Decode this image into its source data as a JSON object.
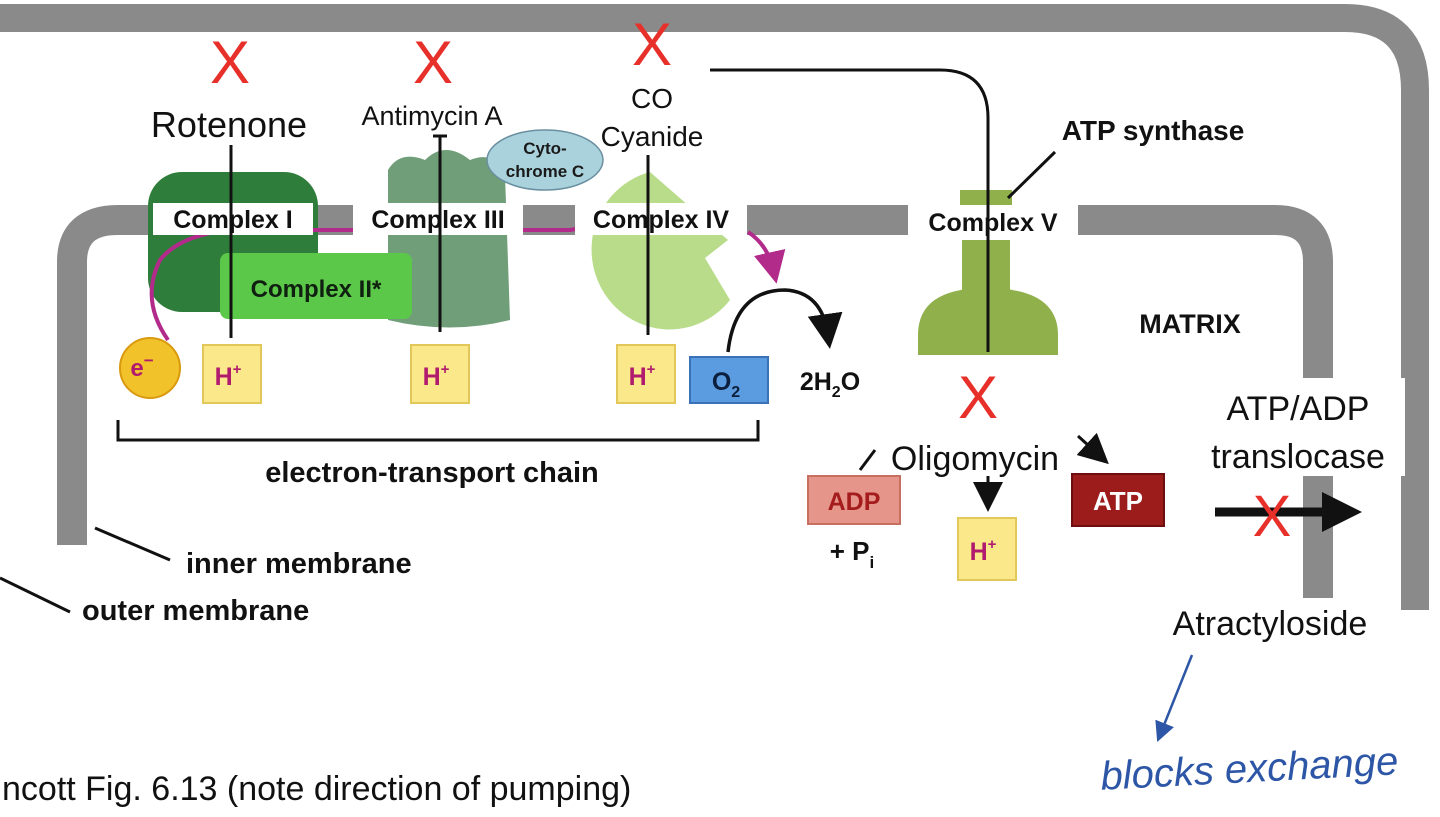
{
  "inhibitors": {
    "rotenone": "Rotenone",
    "antimycin": "Antimycin A",
    "co": "CO",
    "cyanide": "Cyanide",
    "oligomycin": "Oligomycin",
    "atractyloside": "Atractyloside"
  },
  "block_mark": "X",
  "complexes": {
    "c1": "Complex I",
    "c2": "Complex II*",
    "c3": "Complex III",
    "c4": "Complex IV",
    "c5": "Complex V"
  },
  "cytochrome_c": {
    "line1": "Cyto-",
    "line2": "chrome C"
  },
  "labels": {
    "atp_synthase": "ATP synthase",
    "matrix": "MATRIX",
    "etc": "electron-transport chain",
    "inner_membrane": "inner membrane",
    "outer_membrane": "outer membrane",
    "translocase_line1": "ATP/ADP",
    "translocase_line2": "translocase",
    "caption": "ncott Fig. 6.13 (note direction of pumping)",
    "handwritten_note": "blocks exchange"
  },
  "molecules": {
    "electron_base": "e",
    "electron_sup": "−",
    "proton_base": "H",
    "proton_sup": "+",
    "oxygen_base": "O",
    "oxygen_sub": "2",
    "water_a": "2H",
    "water_sub": "2",
    "water_b": "O",
    "adp": "ADP",
    "pi_prefix": "+ P",
    "pi_sub": "i",
    "atp": "ATP"
  },
  "colors": {
    "inhibitor_x": "#e8302a",
    "membrane": "#8a8a8a",
    "complex1": "#2f7d3b",
    "complex2": "#5cc84a",
    "complex3": "#6f9e78",
    "complex4": "#b9dc8a",
    "complex5": "#8fb04a",
    "cytochrome": "#a9d2dc",
    "proton_box": "#fbe88a",
    "proton_text": "#b01b6e",
    "electron": "#f2c22a",
    "oxygen_box": "#5b9be0",
    "adp_box": "#e5958a",
    "atp_box": "#9c1c1c",
    "electron_path": "#b22a8a",
    "handwriting": "#2e56a6"
  }
}
